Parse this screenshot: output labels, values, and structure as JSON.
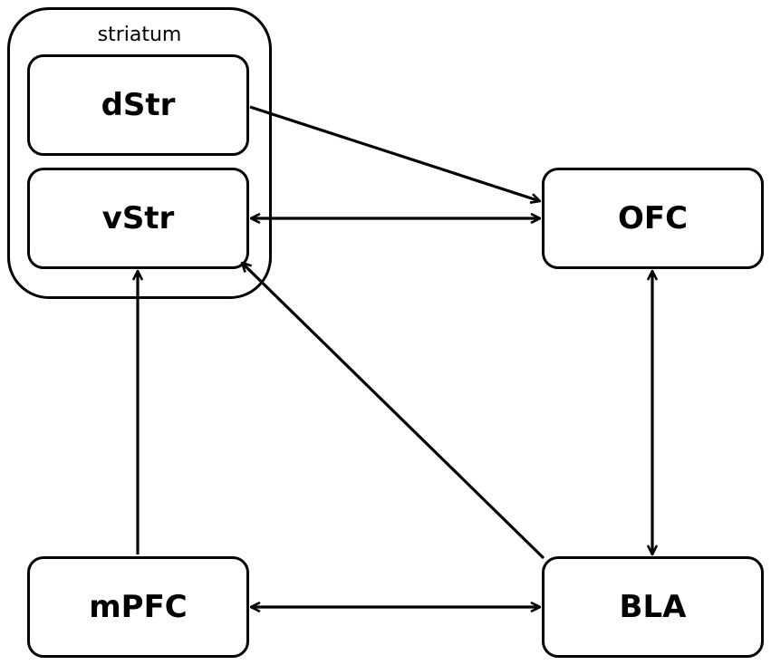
{
  "group": {
    "label": "striatum"
  },
  "nodes": {
    "dstr": "dStr",
    "vstr": "vStr",
    "ofc": "OFC",
    "mpfc": "mPFC",
    "bla": "BLA"
  },
  "edges": [
    {
      "from": "dStr",
      "to": "OFC",
      "direction": "to"
    },
    {
      "from": "vStr",
      "to": "OFC",
      "direction": "both"
    },
    {
      "from": "mPFC",
      "to": "vStr",
      "direction": "to"
    },
    {
      "from": "BLA",
      "to": "vStr",
      "direction": "to"
    },
    {
      "from": "OFC",
      "to": "BLA",
      "direction": "both"
    },
    {
      "from": "mPFC",
      "to": "BLA",
      "direction": "both"
    }
  ]
}
